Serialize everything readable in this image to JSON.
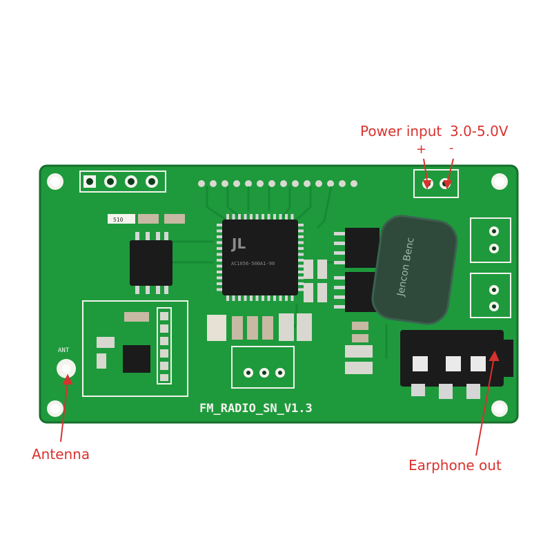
{
  "labels": {
    "power_input": "Power input",
    "voltage": "3.0-5.0V",
    "plus": "+",
    "minus": "-",
    "antenna": "Antenna",
    "earphone_out": "Earphone out"
  },
  "board": {
    "silkscreen_title": "FM_RADIO_SN_V1.3",
    "ant_label": "ANT",
    "chip_logo": "JL",
    "chip_marking": "AC1056-500A1-90",
    "capacitor_text": "Jencon Benc",
    "resistor_code": "510"
  },
  "colors": {
    "pcb_green": "#1e9a3c",
    "callout_red": "#d8322e",
    "silkscreen": "#f4f4ee",
    "capacitor": "#2f4a3a"
  }
}
